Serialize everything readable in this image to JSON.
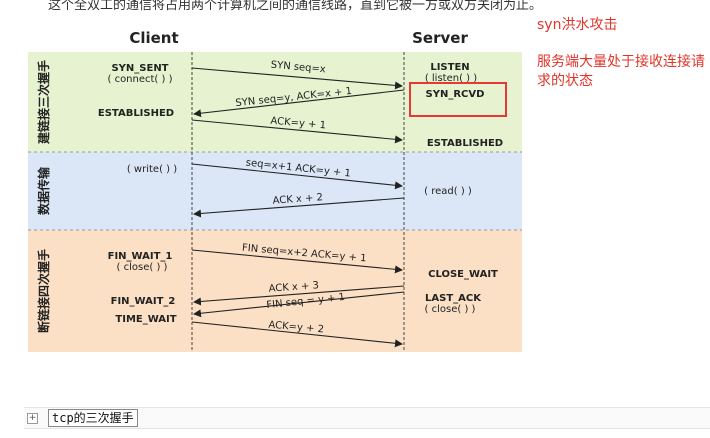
{
  "header_text": "这个全双工的通信将占用两个计算机之间的通信线路，直到它被一方或双方关闭为止。",
  "diagram": {
    "client_title": "Client",
    "server_title": "Server",
    "bands": [
      {
        "label": "建链接三次握手",
        "color": "#e6f2d0"
      },
      {
        "label": "数据传输",
        "color": "#dbe7f6"
      },
      {
        "label": "断链接四次握手",
        "color": "#fbe0c6"
      }
    ],
    "client_states": [
      {
        "text": "SYN_SENT",
        "bold": true
      },
      {
        "text": "( connect( ) )",
        "bold": false
      },
      {
        "text": "ESTABLISHED",
        "bold": true
      },
      {
        "text": "( write( ) )",
        "bold": false
      },
      {
        "text": "FIN_WAIT_1",
        "bold": true
      },
      {
        "text": "( close( ) )",
        "bold": false
      },
      {
        "text": "FIN_WAIT_2",
        "bold": true
      },
      {
        "text": "TIME_WAIT",
        "bold": true
      }
    ],
    "server_states": [
      {
        "text": "LISTEN",
        "bold": true
      },
      {
        "text": "( listen( ) )",
        "bold": false
      },
      {
        "text": "SYN_RCVD",
        "bold": true
      },
      {
        "text": "ESTABLISHED",
        "bold": true
      },
      {
        "text": "( read( ) )",
        "bold": false
      },
      {
        "text": "CLOSE_WAIT",
        "bold": true
      },
      {
        "text": "LAST_ACK",
        "bold": true
      },
      {
        "text": "( close( ) )",
        "bold": false
      }
    ],
    "messages": [
      "SYN seq=x",
      "SYN seq=y, ACK=x + 1",
      "ACK=y + 1",
      "seq=x+1 ACK=y + 1",
      "ACK x + 2",
      "FIN seq=x+2 ACK=y + 1",
      "ACK x + 3",
      "FIN seq = y + 1",
      "ACK=y + 2"
    ],
    "highlight_color": "#e53935"
  },
  "side_notes": {
    "title": "syn洪水攻击",
    "body": "服务端大量处于接收连接请求的状态"
  },
  "footer": {
    "expand_icon": "+",
    "caption": "tcp的三次握手"
  }
}
